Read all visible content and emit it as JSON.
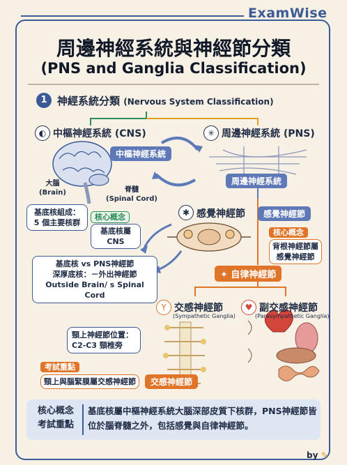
{
  "brand": "ExamWise",
  "title_zh": "周邊神經系統與神經節分類",
  "title_en": "(PNS and Ganglia Classification)",
  "section": {
    "number": "1",
    "title_zh": "神經系統分類",
    "title_en": "(Nervous System Classification)"
  },
  "cns": {
    "label": "中樞神經系統 (CNS)",
    "tag": "中樞神經系統",
    "brain_label": "大腦",
    "brain_label_en": "(Brain)",
    "cord_label": "脊髓",
    "cord_label_en": "(Spinal Cord)",
    "basal_note_line1": "基底核組成：",
    "basal_note_line2": "5 個主要核群",
    "core_title": "核心概念",
    "core_text": "基底核屬CNS"
  },
  "pns": {
    "label": "周邊神經系統 (PNS)",
    "tag": "周邊神經系統"
  },
  "sensory": {
    "label": "感覺神經節",
    "tag": "感覺神經節",
    "core_title": "核心概念",
    "core_line1": "背根神經節屬",
    "core_line2": "感覺神經節"
  },
  "compare": {
    "line1": "基底核 vs PNS神經節",
    "line2": "深厚底核：－外出神經節",
    "line3": "Outside Brain/ s Spinal Cord"
  },
  "autonomic": {
    "tag": "自律神經節"
  },
  "sympathetic": {
    "label": "交感神經節",
    "label_en": "(Sympathetic Ganglia)",
    "pos_line1": "頸上神經節位置：",
    "pos_line2": "C2-C3 頸椎旁",
    "exam_title": "考試重點",
    "exam_text": "頸上與腦緊膜屬交感神經節",
    "tag": "交感神經節"
  },
  "parasympathetic": {
    "label": "副交感神經節",
    "label_en": "(Parasympathetic Ganglia)"
  },
  "footer": {
    "key_line1": "核心概念",
    "key_line2": "考試重點",
    "text": "基底核屬中樞神經系統大腦深部皮質下核群，PNS神經節皆位於腦脊髓之外，包括感覺與自律神經節。"
  },
  "by": "by"
}
